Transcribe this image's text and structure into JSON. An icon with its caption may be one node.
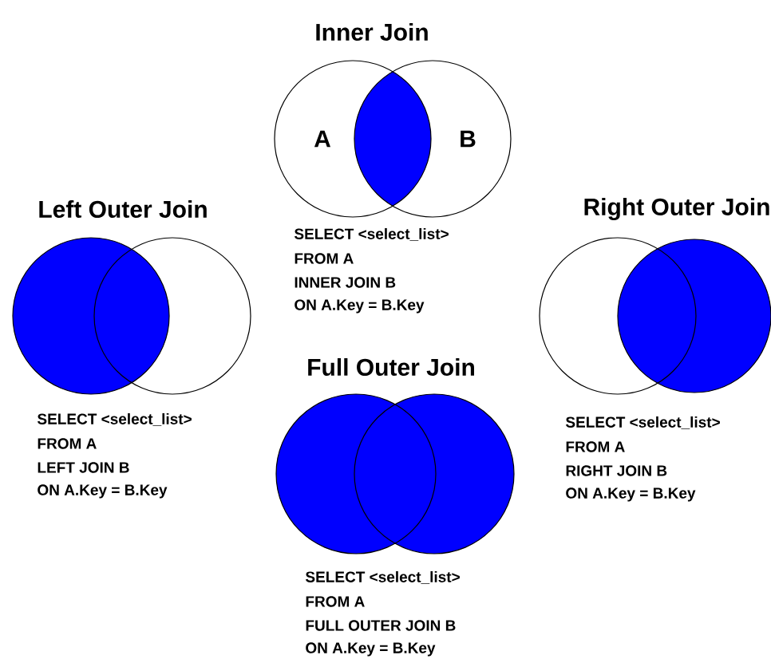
{
  "diagram": {
    "nodes": [
      {
        "text": [
          "A"
        ]
      },
      {
        "text": [
          "B"
        ]
      },
      {
        "text": [],
        "shape": "circle"
      },
      {
        "text": [],
        "shape": "circle"
      },
      {
        "text": [],
        "shape": "circle"
      },
      {
        "text": [],
        "shape": "circle"
      },
      {
        "text": [],
        "shape": "circle"
      },
      {
        "text": [],
        "shape": "circle"
      }
    ],
    "labels": [
      "Inner Join",
      "SELECT <select_list>",
      "FROM A",
      "INNER JOIN B",
      "ON A.Key = B.Key",
      "Left Outer Join",
      "Right Outer Join",
      "SELECT <select_list>",
      "FROM A",
      "LEFT JOIN B",
      "ON A.Key = B.Key",
      "SELECT <select_list>",
      "FROM A",
      "RIGHT JOIN B",
      "ON A.Key = B.Key",
      "Full Outer Join",
      "SELECT <select_list>",
      "FROM A",
      "FULL OUTER JOIN B",
      "ON A.Key = B.Key"
    ]
  }
}
